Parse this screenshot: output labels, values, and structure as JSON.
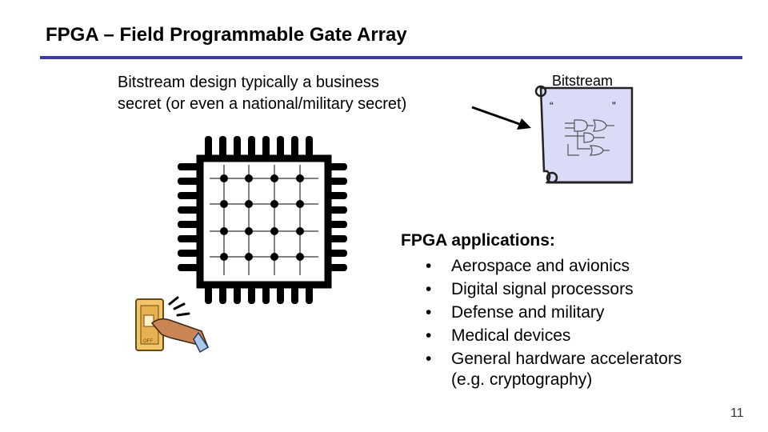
{
  "slide": {
    "title": "FPGA – Field Programmable Gate Array",
    "accent_color": "#3b3fa3",
    "page_number": "11"
  },
  "secret": {
    "line1": "Bitstream design typically a business",
    "line2": "secret (or even a national/military secret)"
  },
  "scroll": {
    "title": "Bitstream",
    "quote_open": "“",
    "quote_close": "”",
    "fill_color": "#d9dbf7"
  },
  "applications": {
    "heading": "FPGA applications:",
    "bullet_glyph": "•",
    "items": [
      "Aerospace and avionics",
      "Digital signal processors",
      "Defense and military",
      "Medical devices",
      "General hardware accelerators"
    ],
    "continuation": "(e.g. cryptography)"
  },
  "switch": {
    "label": "OFF"
  },
  "icons": [
    "fpga-chip-icon",
    "bitstream-scroll-icon",
    "arrow-icon",
    "power-switch-icon"
  ]
}
